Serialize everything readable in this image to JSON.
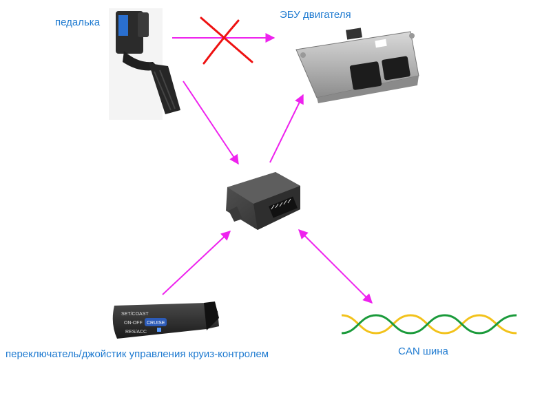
{
  "labels": {
    "pedal": "педалька",
    "ecu": "ЭБУ двигателя",
    "switch": "переключатель/джойстик управления круиз-контролем",
    "can_bus": "CAN шина"
  },
  "switch_markings": {
    "set_coast": "SET/COAST",
    "on_off": "ON-OFF",
    "cruise": "CRUISE",
    "res_acc": "RES/ACC"
  },
  "colors": {
    "arrow": "#ee22ee",
    "cross": "#ee1111",
    "label": "#1e7ad0",
    "can_yellow": "#f2c21b",
    "can_green": "#1a9a3a"
  }
}
